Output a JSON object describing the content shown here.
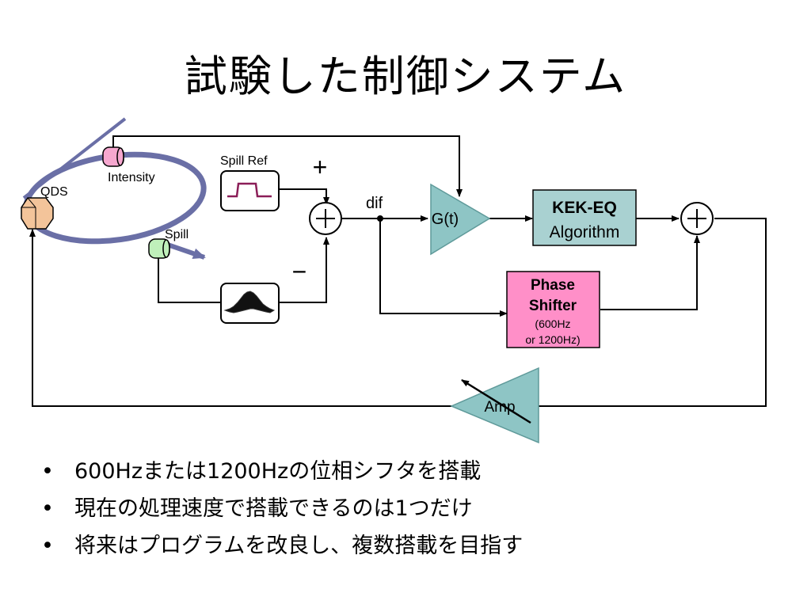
{
  "title": "試験した制御システム",
  "diagram": {
    "labels": {
      "intensity": "Intensity",
      "qds": "QDS",
      "spill": "Spill",
      "spill_ref": "Spill Ref",
      "plus": "+",
      "minus": "−",
      "dif": "dif",
      "gt": "G(t)",
      "kek_eq_line1": "KEK-EQ",
      "kek_eq_line2": "Algorithm",
      "phase_line1": "Phase",
      "phase_line2": "Shifter",
      "phase_line3": "(600Hz",
      "phase_line4": "or 1200Hz)",
      "amp": "Amp"
    },
    "colors": {
      "ring": "#6a6fa6",
      "amplifier": "#8ec5c5",
      "kek_eq_fill": "#a9d1d1",
      "phase_fill": "#ff8fc8",
      "intensity_monitor": "#f6a7cf",
      "spill_monitor": "#bff0ba",
      "qds": "#f3c49a",
      "reference_pulse": "#8b1e58"
    }
  },
  "bullets": [
    {
      "marker": "•",
      "text": "600Hzまたは1200Hzの位相シフタを搭載"
    },
    {
      "marker": "•",
      "text": "現在の処理速度で搭載できるのは1つだけ"
    },
    {
      "marker": "•",
      "text": "将来はプログラムを改良し、複数搭載を目指す"
    }
  ]
}
